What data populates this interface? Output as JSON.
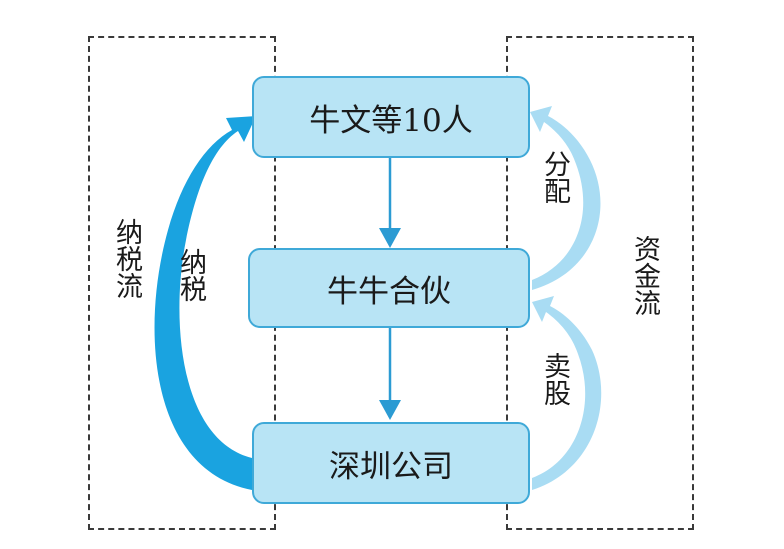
{
  "diagram": {
    "nodes": {
      "top": "牛文等10人",
      "middle": "牛牛合伙",
      "bottom": "深圳公司"
    },
    "labels": {
      "tax_flow": "纳税流",
      "tax": "纳税",
      "distribute": "分配",
      "sell_shares": "卖股",
      "fund_flow": "资金流"
    },
    "edges": [
      {
        "from": "top",
        "to": "middle",
        "type": "down-arrow"
      },
      {
        "from": "middle",
        "to": "bottom",
        "type": "down-arrow"
      },
      {
        "from": "bottom",
        "to": "top",
        "label": "纳税",
        "type": "curved-arrow"
      },
      {
        "from": "middle",
        "to": "top",
        "label": "分配",
        "type": "curved-arrow"
      },
      {
        "from": "bottom",
        "to": "middle",
        "label": "卖股",
        "type": "curved-arrow"
      }
    ],
    "colors": {
      "node_fill": "#b8e4f5",
      "node_border": "#3fa9d8",
      "tax_arrow": "#1aa3e0",
      "fund_arrow": "#a9dcf3",
      "down_arrow": "#2b9bd3",
      "region_border": "#3a3a3a"
    }
  }
}
